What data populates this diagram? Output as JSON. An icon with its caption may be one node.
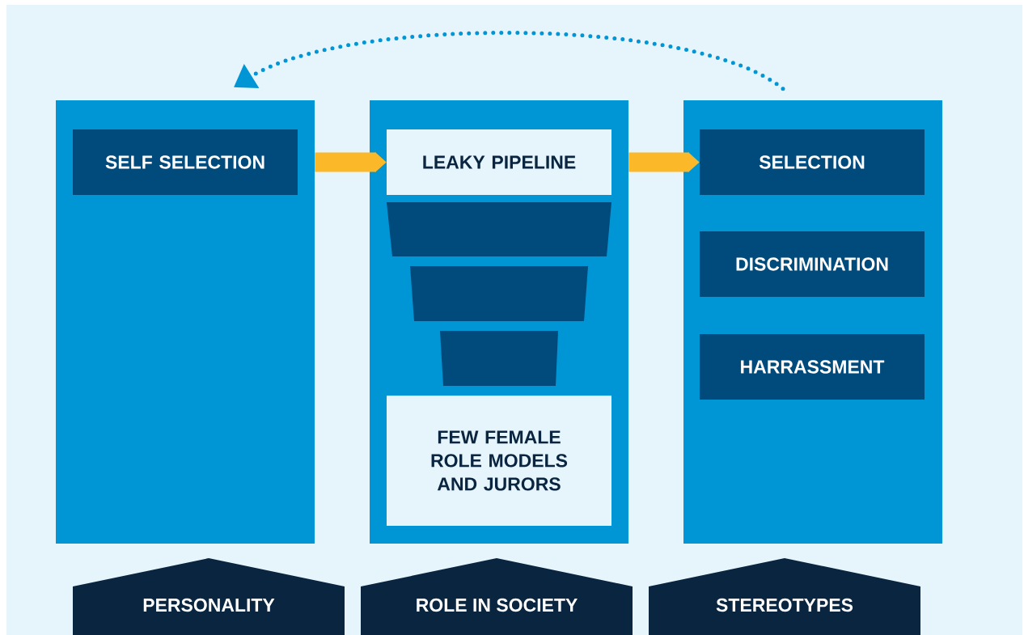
{
  "diagram": {
    "nodes": [
      {
        "text": [],
        "shape": "box"
      },
      {
        "text": [
          "SELF SELECTION"
        ],
        "in": 0
      },
      {
        "text": [],
        "shape": "box"
      },
      {
        "text": [
          "LEAKY PIPELINE"
        ],
        "in": 2
      },
      {
        "text": [],
        "shape": "trapezoid",
        "in": 2
      },
      {
        "text": [],
        "shape": "trapezoid",
        "in": 2
      },
      {
        "text": [],
        "shape": "trapezoid",
        "in": 2
      },
      {
        "text": [
          "FEW FEMALE ROLE MODELS AND JURORS"
        ],
        "in": 2
      },
      {
        "text": [],
        "shape": "box"
      },
      {
        "text": [
          "SELECTION"
        ],
        "in": 8
      },
      {
        "text": [
          "DISCRIMINATION"
        ],
        "in": 8
      },
      {
        "text": [
          "HARRASSMENT"
        ],
        "in": 8
      },
      {
        "text": [
          "PERSONALITY"
        ]
      },
      {
        "text": [
          "ROLE IN SOCIETY"
        ]
      },
      {
        "text": [
          "STEREOTYPES"
        ]
      }
    ],
    "edges": [
      {
        "from": 1,
        "to": 3,
        "arrow": "to"
      },
      {
        "from": 3,
        "to": 9,
        "arrow": "to"
      },
      {
        "from": 8,
        "to": 0,
        "arrow": "to",
        "style": "dashed",
        "color": "#0096d6"
      }
    ]
  }
}
